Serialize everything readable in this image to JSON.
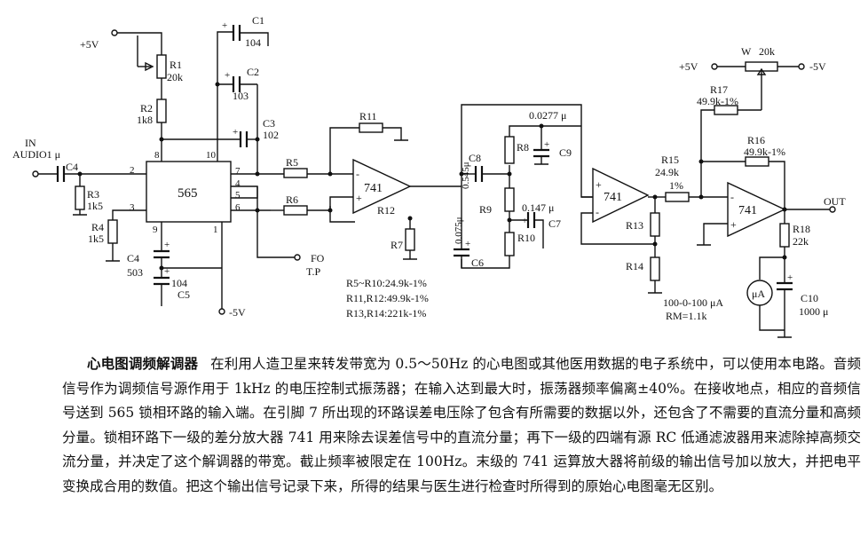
{
  "labels": {
    "plus5v_left": "+5V",
    "r1": "R1",
    "r1_val": "20k",
    "r2": "R2",
    "r2_val": "1k8",
    "c1": "C1",
    "c1_val": "104",
    "c2": "C2",
    "c2_val": "103",
    "c3": "C3",
    "c3_val": "102",
    "in_audio": "IN",
    "audio": "AUDIO1 μ",
    "c4": "C4",
    "r3": "R3",
    "r3_val": "1k5",
    "r4": "R4",
    "r4_val": "1k5",
    "c4b": "C4",
    "c4b_val": "503",
    "c5": "C5",
    "c5_val": "104",
    "ic565": "565",
    "pin2": "2",
    "pin3": "3",
    "pin8": "8",
    "pin10": "10",
    "pin7": "7",
    "pin4": "4",
    "pin5": "5",
    "pin6": "6",
    "pin9": "9",
    "pin1": "1",
    "minus5v_bottom": "-5V",
    "r5": "R5",
    "r6": "R6",
    "r11": "R11",
    "r12": "R12",
    "r7": "R7",
    "op1": "741",
    "fo": "FO",
    "tp": "T.P",
    "note1": "R5~R10:24.9k-1%",
    "note2": "R11,R12:49.9k-1%",
    "note3": "R13,R14:221k-1%",
    "c8": "C8",
    "c8_val": "0.545μ",
    "c6": "C6",
    "c6_val": "0.075μ",
    "r8": "R8",
    "r9": "R9",
    "r10": "R10",
    "c9": "C9",
    "c9_val": "0.0277 μ",
    "c7": "C7",
    "c7_val": "0.147 μ",
    "op2": "741",
    "r13": "R13",
    "r14": "R14",
    "r15": "R15",
    "r15_val": "24.9k",
    "r15_tol": "1%",
    "plus5v_right": "+5V",
    "minus5v_right": "-5V",
    "w": "W",
    "w_val": "20k",
    "r17": "R17",
    "r17_val": "49.9k-1%",
    "r16": "R16",
    "r16_val": "49.9k-1%",
    "op3": "741",
    "out": "OUT",
    "r18": "R18",
    "r18_val": "22k",
    "meter": "μA",
    "c10": "C10",
    "c10_val": "1000 μ",
    "meter_range": "100-0-100 μA",
    "rm": "RM=1.1k",
    "plus": "+",
    "minus": "-"
  },
  "description": {
    "title": "心电图调频解调器",
    "body": "在利用人造卫星来转发带宽为 0.5～50Hz 的心电图或其他医用数据的电子系统中，可以使用本电路。音频信号作为调频信号源作用于 1kHz 的电压控制式振荡器；在输入达到最大时，振荡器频率偏离±40%。在接收地点，相应的音频信号送到 565 锁相环路的输入端。在引脚 7 所出现的环路误差电压除了包含有所需要的数据以外，还包含了不需要的直流分量和高频分量。锁相环路下一级的差分放大器 741 用来除去误差信号中的直流分量；再下一级的四端有源 RC 低通滤波器用来滤除掉高频交流分量，并决定了这个解调器的带宽。截止频率被限定在 100Hz。末级的 741 运算放大器将前级的输出信号加以放大，并把电平变换成合用的数值。把这个输出信号记录下来，所得的结果与医生进行检查时所得到的原始心电图毫无区别。"
  }
}
